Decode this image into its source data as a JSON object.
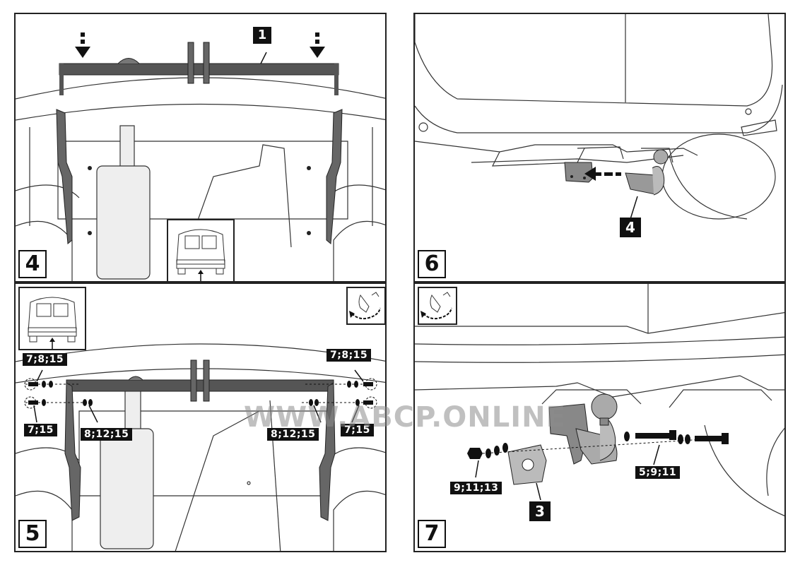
{
  "panels": [
    {
      "id": "p4",
      "step": "4",
      "callouts": [
        {
          "text": "1",
          "kind": "part"
        }
      ]
    },
    {
      "id": "p6",
      "step": "6",
      "callouts": [
        {
          "text": "4",
          "kind": "part"
        }
      ]
    },
    {
      "id": "p5",
      "step": "5",
      "callouts": [
        {
          "text": "7;8;15",
          "kind": "label"
        },
        {
          "text": "7;15",
          "kind": "label"
        },
        {
          "text": "8;12;15",
          "kind": "label"
        },
        {
          "text": "7;8;15",
          "kind": "label"
        },
        {
          "text": "8;12;15",
          "kind": "label"
        },
        {
          "text": "7;15",
          "kind": "label"
        }
      ]
    },
    {
      "id": "p7",
      "step": "7",
      "callouts": [
        {
          "text": "9;11;13",
          "kind": "label"
        },
        {
          "text": "3",
          "kind": "part"
        },
        {
          "text": "5;9;11",
          "kind": "label"
        }
      ]
    }
  ],
  "watermark": "WWW.ABCP.ONLINE",
  "colors": {
    "line": "#333333",
    "bar": "#555555",
    "label_bg": "#111111",
    "label_fg": "#ffffff"
  }
}
